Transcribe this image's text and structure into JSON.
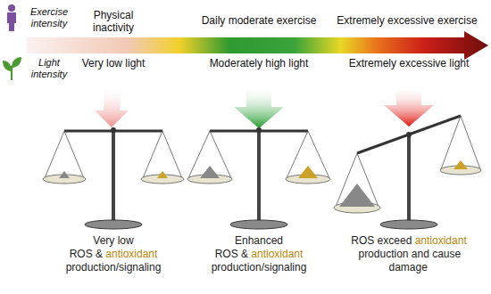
{
  "diagram": {
    "labels": [
      "Exercise intensity",
      "Physical inactivity",
      "Daily moderate exercise",
      "Extremely excessive exercise",
      "Light intensity",
      "Very low light",
      "Moderately high light",
      "Extremely excessive light",
      "Very low",
      "ROS &",
      "antioxidant",
      "production/signaling",
      "Enhanced",
      "ROS &",
      "antioxidant",
      "production/signaling",
      "ROS exceed",
      "antioxidant",
      "production and cause damage"
    ]
  }
}
